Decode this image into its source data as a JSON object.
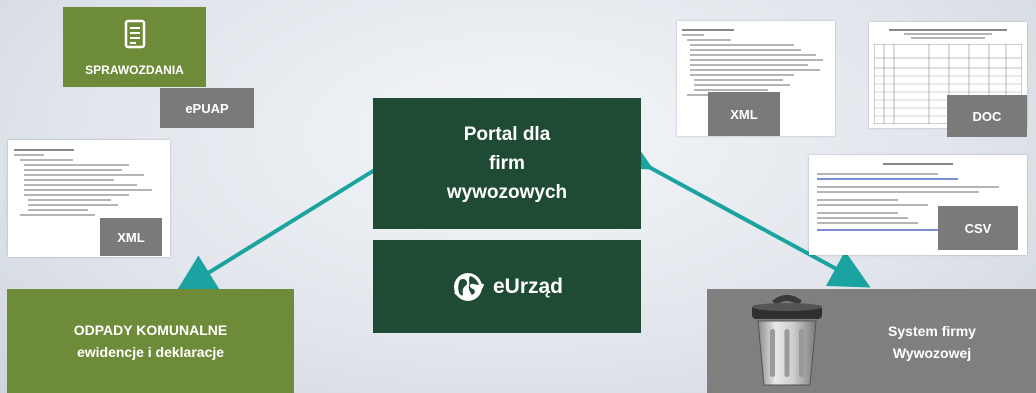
{
  "nodes": {
    "sprawozdania": {
      "label": "SPRAWOZDANIA"
    },
    "epuap": {
      "label": "ePUAP"
    },
    "xml_left": {
      "label": "XML"
    },
    "xml_right": {
      "label": "XML"
    },
    "doc": {
      "label": "DOC"
    },
    "csv": {
      "label": "CSV"
    },
    "portal": {
      "line1": "Portal dla",
      "line2": "firm",
      "line3": "wywozowych"
    },
    "eurzad": {
      "label": "eUrząd"
    },
    "odpady": {
      "line1": "ODPADY KOMUNALNE",
      "line2": "ewidencje i deklaracje"
    },
    "system": {
      "line1": "System firmy",
      "line2": "Wywozowej"
    }
  },
  "colors": {
    "green": "#6d8b39",
    "dark_green": "#1f4a34",
    "grey": "#7f7f7f",
    "arrow": "#1aa3a0"
  },
  "icons": [
    "document-icon",
    "globe-icon",
    "trash-bin-icon"
  ]
}
